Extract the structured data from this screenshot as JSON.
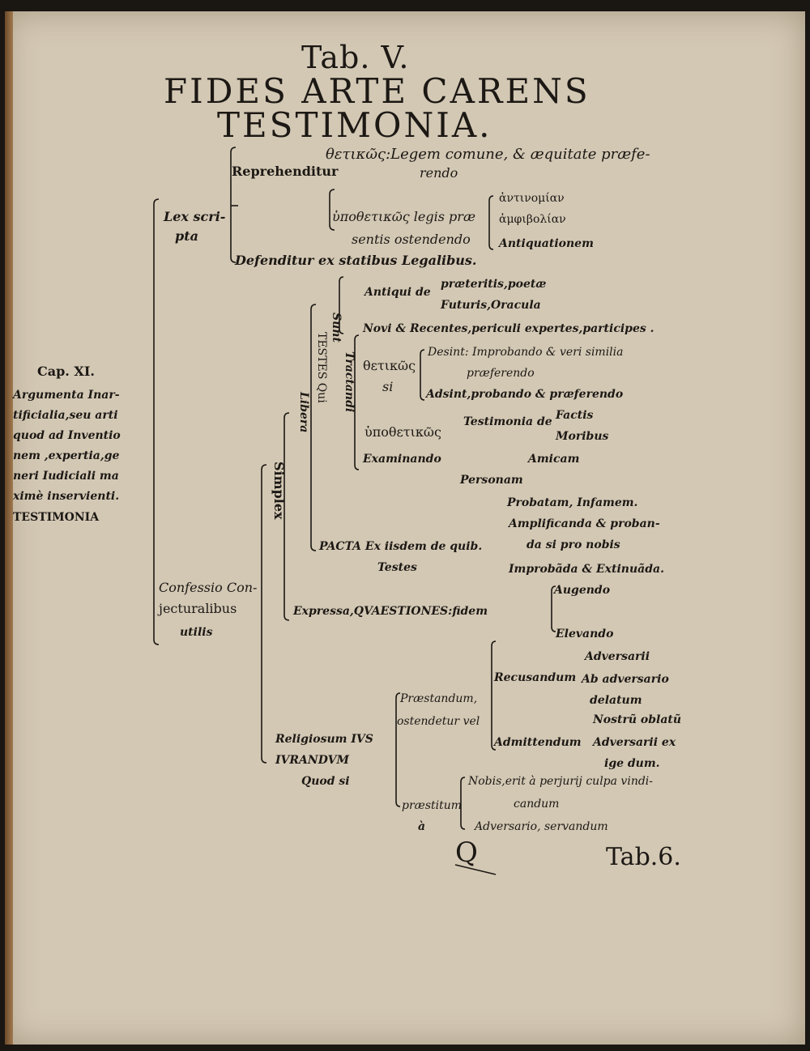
{
  "heading": {
    "tab": "Tab. V.",
    "title": "FIDES ARTE CARENS",
    "subtitle": "TESTIMONIA."
  },
  "margin_note": {
    "cap": "Cap. XI.",
    "lines": [
      "Argumenta Inar-",
      "tificialia,seu arti",
      "quod ad Inventio",
      "nem ,expertia,ge",
      "neri Iudiciali ma",
      "ximè inservienti.",
      "TESTIMONIA"
    ]
  },
  "tree": {
    "lex_scripta": [
      "Lex scri-",
      "pta"
    ],
    "reprehenditur": "Reprehenditur",
    "thetikos": [
      "θετικῶς:Legem comune, & æquitate præfe-",
      "rendo"
    ],
    "hypothetikos": [
      "ὑποθετικῶς legis præ",
      "sentis ostendendo"
    ],
    "greek_terms": [
      "ἀντινομίαν",
      "ἀμφιβολίαν",
      "Antiquationem"
    ],
    "defenditur": "Defenditur ex statibus Legalibus.",
    "sunt": "Sunt",
    "antiqui": "Antiqui de",
    "praeteritis": "præteritis,poetæ",
    "futuris": "Futuris,Oracula",
    "novi": "Novi & Recentes,periculi expertes,participes .",
    "testes_oui": "TESTES Qui",
    "tractandi": "Tractandi",
    "libera": "Libera",
    "simplex": "Simplex",
    "thetikos_si": [
      "θετικῶς",
      "si"
    ],
    "desint": [
      "Desint: Improbando & veri similia",
      "præferendo"
    ],
    "adsint": "Adsint,probando & præferendo",
    "hypothetikos2": "ὑποθετικῶς",
    "testimonia_de": "Testimonia de",
    "factis": "Factis",
    "moribus": "Moribus",
    "examinando": "Examinando",
    "personam": "Personam",
    "amicam": "Amicam",
    "probatam": "Probatam, Infamem.",
    "pacta": [
      "PACTA Ex iisdem de quib.",
      "Testes"
    ],
    "amplificanda": [
      "Amplificanda & proban-",
      "da si pro nobis"
    ],
    "improbanda": "Improbãda & Extinuãda.",
    "confessio": [
      "Confessio Con-",
      "jecturalibus",
      "utilis"
    ],
    "expressa": "Expressa,QVAESTIONES:fidem",
    "augendo": "Augendo",
    "elevando": "Elevando",
    "recusandum": "Recusandum",
    "adversarii": [
      "Adversarii",
      "Ab adversario",
      "delatum"
    ],
    "praestandum": [
      "Præstandum,",
      "ostendetur vel"
    ],
    "admittendum": "Admittendum",
    "nostru": [
      "Nostrũ oblatũ",
      "Adversarii ex",
      "ige dum."
    ],
    "religiosum": [
      "Religiosum IVS",
      "IVRANDVM",
      "Quod si"
    ],
    "praestitum": [
      "præstitum",
      "à"
    ],
    "nobis": [
      "Nobis,erit à perjurij culpa vindi-",
      "candum"
    ],
    "adversario": "Adversario, servandum"
  },
  "footer": {
    "catchword": "Q",
    "next": "Tab.6."
  }
}
